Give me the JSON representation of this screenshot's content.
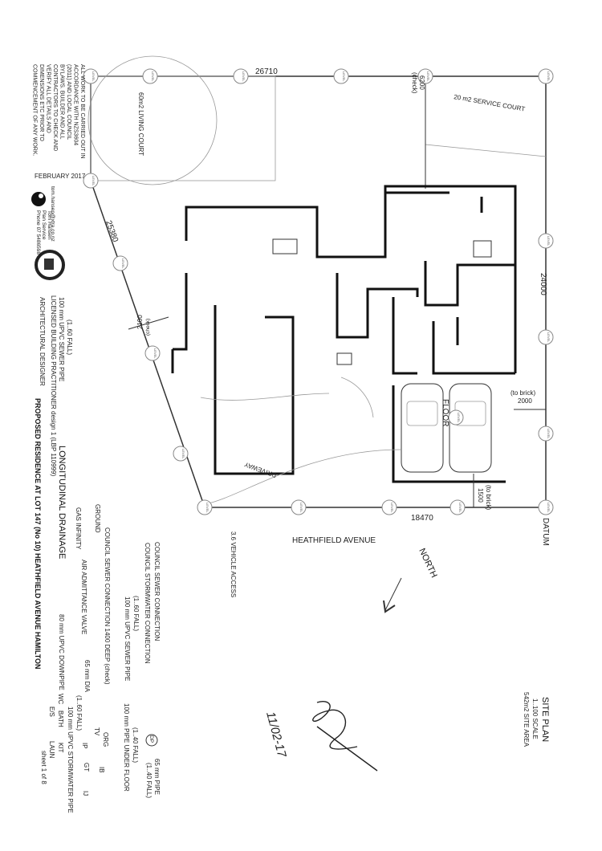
{
  "notes": {
    "general": [
      "ALL WORK TO BE CARRIED OUT IN",
      "ACCORDANCE WITH NZS3604",
      "(2011) AND LOCAL COUNCIL",
      "BYLAWS. BUILDER AND ALL",
      "CONTRACTORS TO CHECK AND",
      "VERIFY ALL DETAILS AND",
      "DIMENSIONS ETC PRIOR TO",
      "COMMENCEMENT OF ANY WORK."
    ],
    "date": "FEBRUARY 2017"
  },
  "designer": {
    "email": "tom.hansen@xtra.co.nz",
    "name": "Tom Hansen",
    "service": "Plan Service",
    "phone": "Phone 07 5486598",
    "lbp": "LICENSED BUILDING PRACTITIONER design 1 (LBP 110999)",
    "role": "ARCHITECTURAL DESIGNER"
  },
  "title": {
    "project": "PROPOSED RESIDENCE AT LOT 147 (No 10) HEATHFIELD AVENUE HAMILTON",
    "drainage": "LONGITUDINAL DRAINAGE",
    "site_plan": "SITE PLAN",
    "scale": "1..100 SCALE",
    "site_area": "542m2 SITE AREA",
    "sheet": "sheet 1 of 8"
  },
  "plan": {
    "dim_top": "26710",
    "dim_right": "24000",
    "dim_bottom": "18470",
    "dim_left": "25380",
    "dim_6200": "6200",
    "check": "(check)",
    "dim_2100": "2100",
    "to_brick": "(to brick)",
    "dim_2000": "2000",
    "dim_1500": "1500",
    "living_court": "60m2 LIVING COURT",
    "service_court": "20 m2 SERVICE COURT",
    "floor": "FLOOR",
    "driveway": "DRIVEWAY",
    "street": "HEATHFIELD AVENUE",
    "vehicle_access": "3.6 VEHICLE ACCESS",
    "north": "NORTH",
    "datum": "DATUM",
    "level": "LEVEL"
  },
  "legend": {
    "sewer_conn": "COUNCIL SEWER CONNECTION",
    "storm_conn": "COUNCIL STORMWATER CONNECTION",
    "fall_60a": "(1..60 FALL)",
    "sewer_pipe": "100 mm UPVC SEWER PIPE",
    "sewer_deep": "COUNCIL SEWER CONNECTION 1400 DEEP (check)",
    "ground": "GROUND",
    "gas": "GAS INFINITY",
    "aav": "AIR ADMITTANCE VALVE",
    "dia": "65 mm DIA",
    "fall_60b": "(1..60 FALL)",
    "storm_pipe": "100 mm UPVC STORMWATER PIPE",
    "downpipe": "80 mm UPVC DOWNPIPE",
    "dp": "DP",
    "pipe65": "65 mm PIPE",
    "fall_40a": "(1..40 FALL)",
    "fall_40b": "(1..40 FALL)",
    "under_floor": "100 mm PIPE UNDER FLOOR",
    "org": "ORG",
    "tv": "TV",
    "ib": "IB",
    "ip": "IP",
    "gt": "GT",
    "ij": "IJ",
    "wc": "WC",
    "bath": "BATH",
    "kit": "KIT",
    "es": "E/S",
    "laun": "LAUN",
    "title_fall": "(1..60 FALL)",
    "title_sewer": "100 mm UPVC SEWER PIPE"
  },
  "signature": {
    "date": "11/02-17"
  }
}
